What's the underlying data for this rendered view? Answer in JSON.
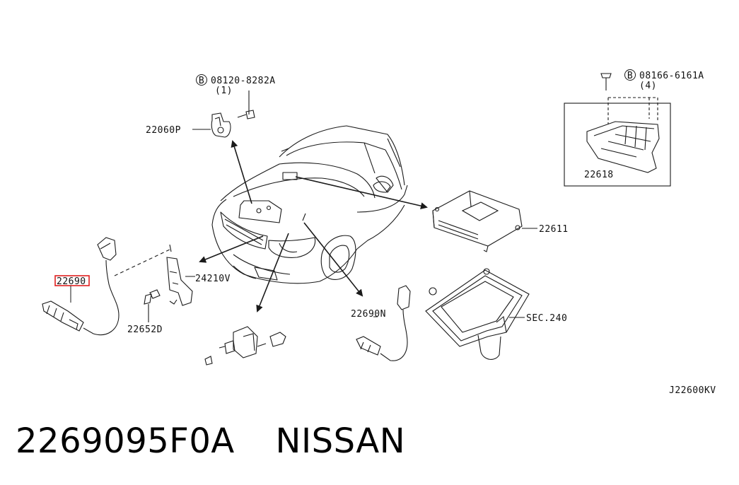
{
  "labels": {
    "bolt_spec_left": "08120-8282A",
    "bolt_qty_left": "(1)",
    "bolt_spec_right": "08166-6161A",
    "bolt_qty_right": "(4)",
    "bolt_symbol": "B",
    "knock_sensor": "22060P",
    "ecm_bracket": "22618",
    "ecm_unit": "22611",
    "o2_sensor_front": "22690",
    "o2_sensor_rear": "22690N",
    "bracket": "24210V",
    "bracket_bolt": "22652D",
    "section_ref": "SEC.240",
    "diagram_code": "J22600KV"
  },
  "footer": {
    "part_number": "2269095F0A",
    "brand": "NISSAN"
  },
  "colors": {
    "line": "#1a1a1a",
    "highlight_box": "#e02020"
  }
}
